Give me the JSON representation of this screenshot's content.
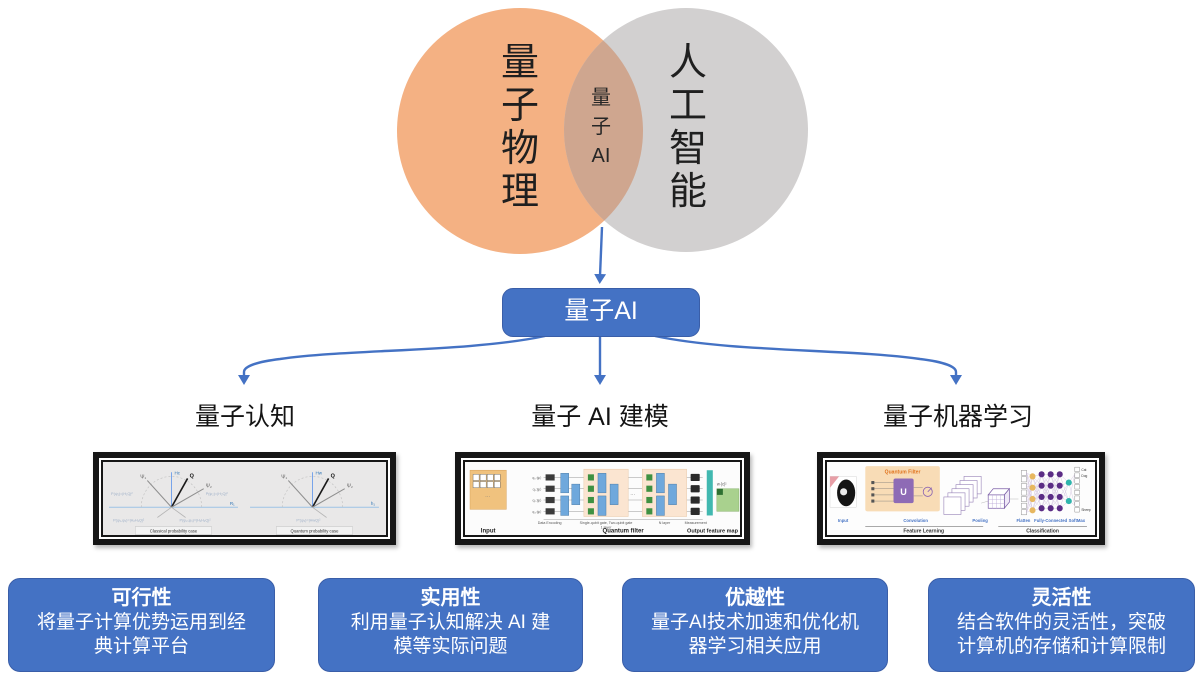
{
  "colors": {
    "accent": "#4472C4",
    "venn_left": "#F4B183",
    "venn_right": "#D2D0D0",
    "venn_overlap": "#CFA68F"
  },
  "venn": {
    "left_label": "量\n子\n物\n理",
    "right_label": "人\n工\n智\n能",
    "overlap_label": "量\n子\nAI"
  },
  "hub": {
    "label": "量子AI"
  },
  "branches": [
    {
      "label": "量子认知"
    },
    {
      "label": "量子 AI 建模"
    },
    {
      "label": "量子机器学习"
    }
  ],
  "benefits": [
    {
      "title": "可行性",
      "body": "将量子计算优势运用到经\n典计算平台"
    },
    {
      "title": "实用性",
      "body": "利用量子认知解决 AI 建\n模等实际问题"
    },
    {
      "title": "优越性",
      "body": "量子AI技术加速和优化机\n器学习相关应用"
    },
    {
      "title": "灵活性",
      "body": "结合软件的灵活性，突破\n计算机的存储和计算限制"
    }
  ],
  "fig_cognition": {
    "axis_v_left": "Hc",
    "axis_h_left": "R₁",
    "axis_v_right": "Hw",
    "axis_h_right": "h₁",
    "vec_q": "Q",
    "vec_psi1": "Ψ₁",
    "vec_psi2": "Ψ₂",
    "formula_tl": "P(ψ₁)=|H₁Q|²",
    "formula_tr": "P(ψ₂)=|H₂Q|²",
    "formula_bl": "P(ψ₁,ψ₂)=|H₂H₁Q|²",
    "formula_br": "P(ψ₂,ψ₁)=|H₁H₂Q|²",
    "formula_quantum": "P′(ψ₂)=|HwQ|²",
    "caption_left": "Classical probability case",
    "caption_right": "Quantum probability case"
  },
  "fig_modeling": {
    "wire_labels": [
      "q₀:|ψ⟩",
      "q₁:|ψ⟩",
      "q₂:|ψ⟩",
      "q₃:|ψ⟩"
    ],
    "dots": "···",
    "sub_encoding": "Data Encoding",
    "sub_gates": "Single-qubit gate, Two-qubit gate",
    "sub_layer1": "1 layer",
    "sub_layerN": "N layer",
    "sub_measure": "Measurement",
    "weight": "w·|c|²",
    "label_input": "Input",
    "label_filter": "Quantum filter",
    "label_output": "Output feature map"
  },
  "fig_qml": {
    "filter_title": "Quantum Filter",
    "u": "U",
    "stages": [
      "Input",
      "Convolution",
      "Pooling",
      "Flatten",
      "Fully-Connected",
      "SoftMax"
    ],
    "classes": [
      "Cat",
      "Dog",
      "Sheep"
    ],
    "sections": [
      "Feature Learning",
      "Classification"
    ]
  }
}
